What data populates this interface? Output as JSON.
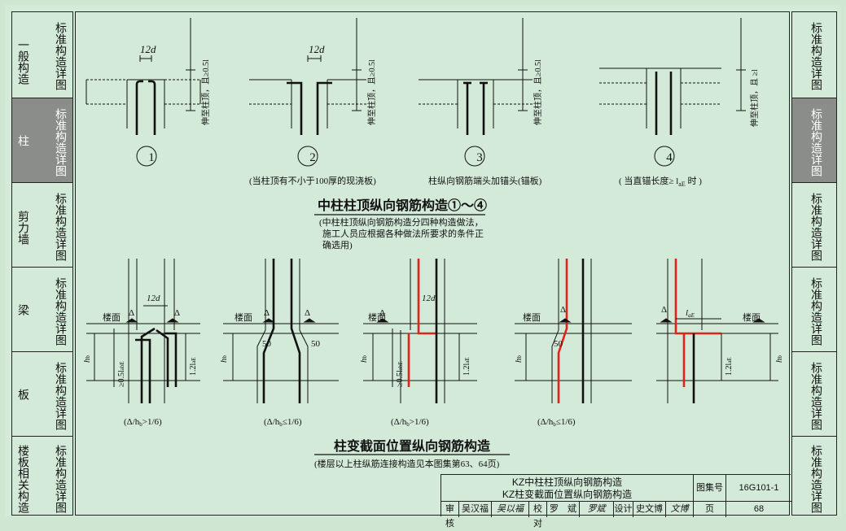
{
  "left_sidebar": [
    {
      "category": "一般构造",
      "sub": "标准构造详图",
      "active": false
    },
    {
      "category": "柱",
      "sub": "标准构造详图",
      "active": true
    },
    {
      "category": "剪力墙",
      "sub": "标准构造详图",
      "active": false
    },
    {
      "category": "梁",
      "sub": "标准构造详图",
      "active": false
    },
    {
      "category": "板",
      "sub": "标准构造详图",
      "active": false
    },
    {
      "category": "楼板相关构造",
      "sub": "标准构造详图",
      "active": false
    }
  ],
  "right_sidebar": [
    {
      "sub": "标准构造详图",
      "active": false
    },
    {
      "sub": "标准构造详图",
      "active": true
    },
    {
      "sub": "标准构造详图",
      "active": false
    },
    {
      "sub": "标准构造详图",
      "active": false
    },
    {
      "sub": "标准构造详图",
      "active": false
    },
    {
      "sub": "标准构造详图",
      "active": false
    }
  ],
  "top_details": [
    {
      "num": "1",
      "caption": "",
      "dim": "12d",
      "side_label": "伸至柱顶，且≥0.5l"
    },
    {
      "num": "2",
      "caption": "(当柱顶有不小于100厚的现浇板)",
      "dim": "12d",
      "side_label": "伸至柱顶，且≥0.5l"
    },
    {
      "num": "3",
      "caption": "柱纵向钢筋端头加锚头(锚板)",
      "dim": "",
      "side_label": "伸至柱顶，且≥0.5l"
    },
    {
      "num": "4",
      "caption": "( 当直锚长度≥ l",
      "caption_sub": "aE",
      "caption_end": " 时 )",
      "dim": "",
      "side_label": "伸至柱顶，且 ≥l"
    }
  ],
  "section1": {
    "title": "中柱柱顶纵向钢筋构造①～④",
    "note_lines": [
      "(中柱柱顶纵向钢筋构造分四种构造做法，",
      "施工人员应根据各种做法所要求的条件正",
      "确选用)"
    ]
  },
  "bottom_details": [
    {
      "caption": "(Δ/h",
      "caption_end": ">1/6)",
      "floor": "楼面",
      "dim": "12d"
    },
    {
      "caption": "(Δ/h",
      "caption_end": "≤1/6)",
      "floor": "楼面",
      "dim": "50"
    },
    {
      "caption": "(Δ/h",
      "caption_end": ">1/6)",
      "floor": "楼面",
      "dim": "12d"
    },
    {
      "caption": "(Δ/h",
      "caption_end": "≤1/6)",
      "floor": "楼面",
      "dim": "50"
    },
    {
      "caption": "",
      "caption_end": "",
      "floor": "楼面",
      "dim": "l"
    }
  ],
  "labels": {
    "delta": "Δ",
    "hb": "h",
    "hb_sub": "b",
    "sub_b": "b",
    "half_lab": "≥0.5l",
    "lab_sub": "abE",
    "one_two_lae": "1.2l",
    "lae_sub": "aE",
    "fifty": "50"
  },
  "section2": {
    "title": "柱变截面位置纵向钢筋构造",
    "note": "(楼层以上柱纵筋连接构造见本图集第63、64页)"
  },
  "title_block": {
    "line1": "KZ中柱柱顶纵向钢筋构造",
    "line2": "KZ柱变截面位置纵向钢筋构造",
    "atlas_label": "图集号",
    "atlas_no": "16G101-1",
    "review_label": "审核",
    "reviewer": "吴汉福",
    "reviewer_sig": "吴以福",
    "check_label": "校对",
    "checker": "罗　斌",
    "checker_sig": "罗斌",
    "design_label": "设计",
    "designer": "史文博",
    "designer_sig": "文博",
    "page_label": "页",
    "page_no": "68"
  },
  "colors": {
    "background": "#d4ead8",
    "ink": "#111111",
    "red_bar": "#e0241b",
    "active_tab": "#8a8d8a"
  }
}
